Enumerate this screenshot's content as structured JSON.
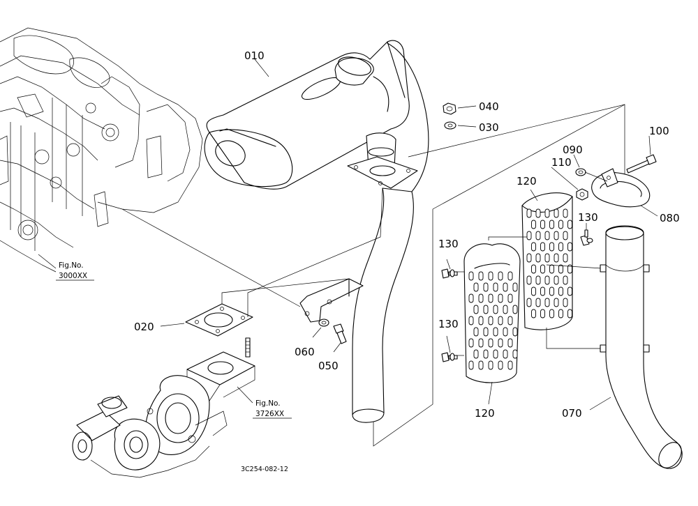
{
  "part_labels": {
    "p010": "010",
    "p020": "020",
    "p030": "030",
    "p040": "040",
    "p050": "050",
    "p060": "060",
    "p070": "070",
    "p080": "080",
    "p090": "090",
    "p100": "100",
    "p110": "110",
    "p120_top": "120",
    "p120_bottom": "120",
    "p130_a": "130",
    "p130_b": "130",
    "p130_c": "130"
  },
  "figure_refs": {
    "engine": {
      "title": "Fig.No.",
      "number": "3000XX"
    },
    "turbo": {
      "title": "Fig.No.",
      "number": "3726XX"
    }
  },
  "drawing_code": "3C254-082-12"
}
